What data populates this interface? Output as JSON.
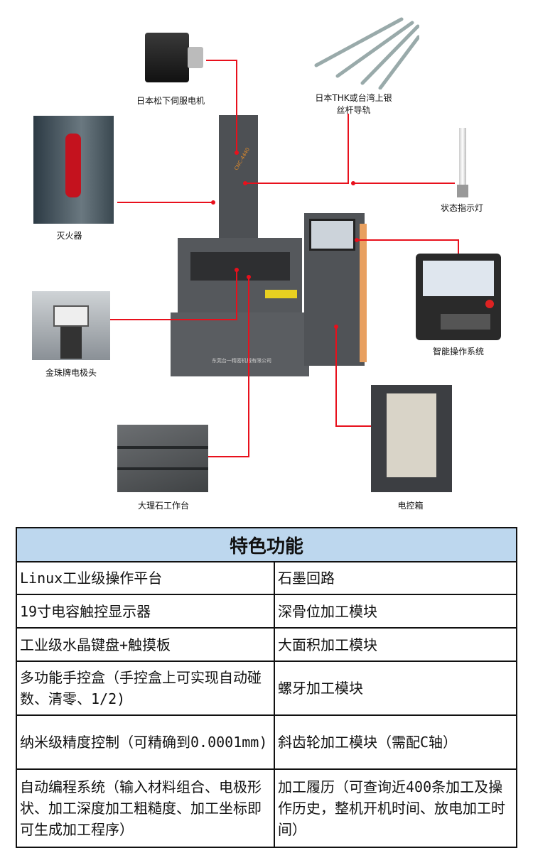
{
  "diagram": {
    "labels": {
      "servo_motor": "日本松下伺服电机",
      "ballscrew_line1": "日本THK或台湾上银",
      "ballscrew_line2": "丝杆导轨",
      "fire_extinguisher": "灭火器",
      "status_light": "状态指示灯",
      "operating_system": "智能操作系统",
      "electrode_head": "金珠牌电极头",
      "marble_table": "大理石工作台",
      "electric_cabinet": "电控箱"
    },
    "machine": {
      "model": "CNC-4440",
      "company": "东莞台一精密机械有限公司"
    },
    "line_color": "#e8101c"
  },
  "table": {
    "title": "特色功能",
    "rows": [
      [
        "Linux工业级操作平台",
        "石墨回路"
      ],
      [
        "19寸电容触控显示器",
        "深骨位加工模块"
      ],
      [
        "工业级水晶键盘+触摸板",
        "大面积加工模块"
      ],
      [
        "多功能手控盒（手控盒上可实现自动碰数、清零、1/2)",
        "螺牙加工模块"
      ],
      [
        "纳米级精度控制（可精确到0.0001mm)",
        "斜齿轮加工模块（需配C轴）"
      ],
      [
        "自动编程系统（输入材料组合、电极形状、加工深度加工粗糙度、加工坐标即可生成加工程序）",
        "加工履历（可查询近400条加工及操作历史，整机开机时间、放电加工时间）"
      ]
    ]
  }
}
